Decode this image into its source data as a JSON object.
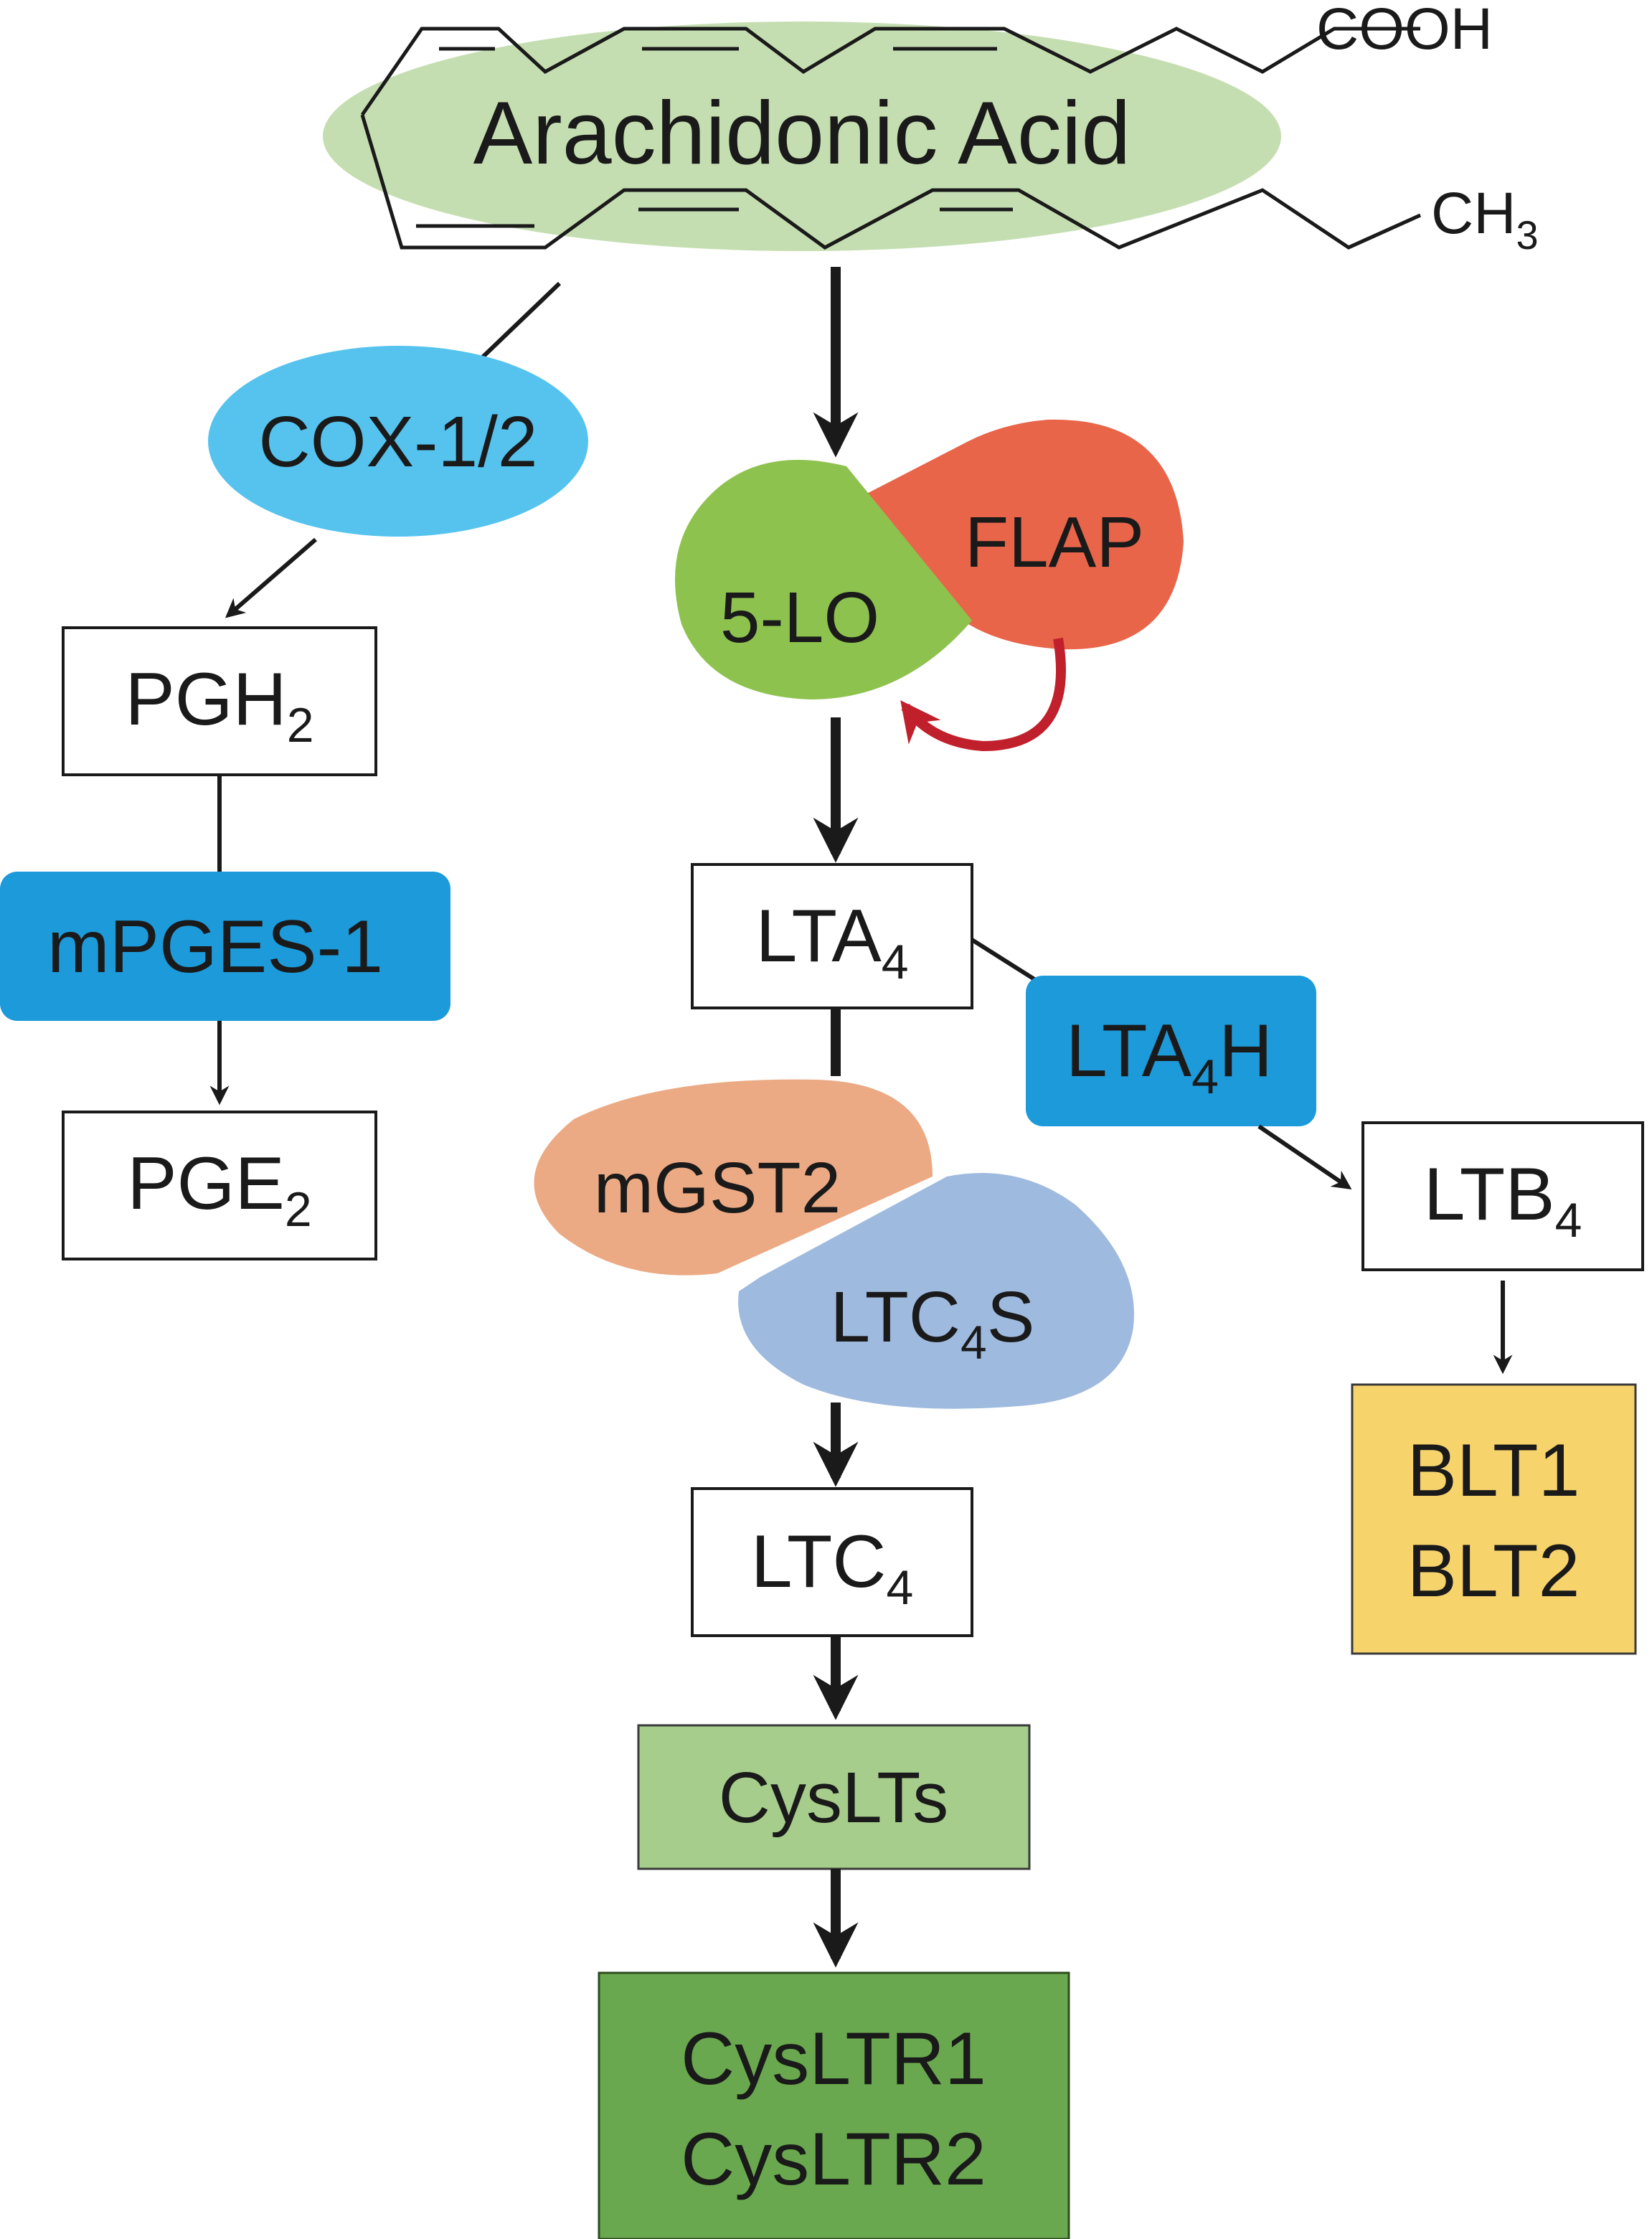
{
  "molecule": {
    "name": "Arachidonic Acid",
    "carboxyl": "COOH",
    "methyl": "CH",
    "methyl_sub": "3"
  },
  "enzymes": {
    "cox": "COX-1/2",
    "mpges": "mPGES-1",
    "flap": "FLAP",
    "lo5": "5-LO",
    "mgst2": "mGST2",
    "ltc4s": {
      "main": "LTC",
      "sub": "4",
      "tail": "S"
    },
    "lta4h": {
      "main": "LTA",
      "sub": "4",
      "tail": "H"
    }
  },
  "products": {
    "pgh2": {
      "main": "PGH",
      "sub": "2"
    },
    "pge2": {
      "main": "PGE",
      "sub": "2"
    },
    "lta4": {
      "main": "LTA",
      "sub": "4"
    },
    "ltb4": {
      "main": "LTB",
      "sub": "4"
    },
    "ltc4": {
      "main": "LTC",
      "sub": "4"
    },
    "cyslts": "CysLTs"
  },
  "receptors": {
    "blt": [
      "BLT1",
      "BLT2"
    ],
    "cysltr": [
      "CysLTR1",
      "CysLTR2"
    ]
  },
  "colors": {
    "arachidonic": "#c5deb1",
    "cox": "#55c3ee",
    "mpges": "#1c9ad9",
    "lta4h": "#1c9ad9",
    "lo5": "#8ec24f",
    "flap": "#e8654a",
    "mgst2": "#ebaa84",
    "ltc4s": "#9fbadf",
    "cyslts": "#a6cd8c",
    "cysltr": "#6aa84f",
    "blt": "#f7d36b",
    "feedback_arrow": "#c0202b"
  }
}
